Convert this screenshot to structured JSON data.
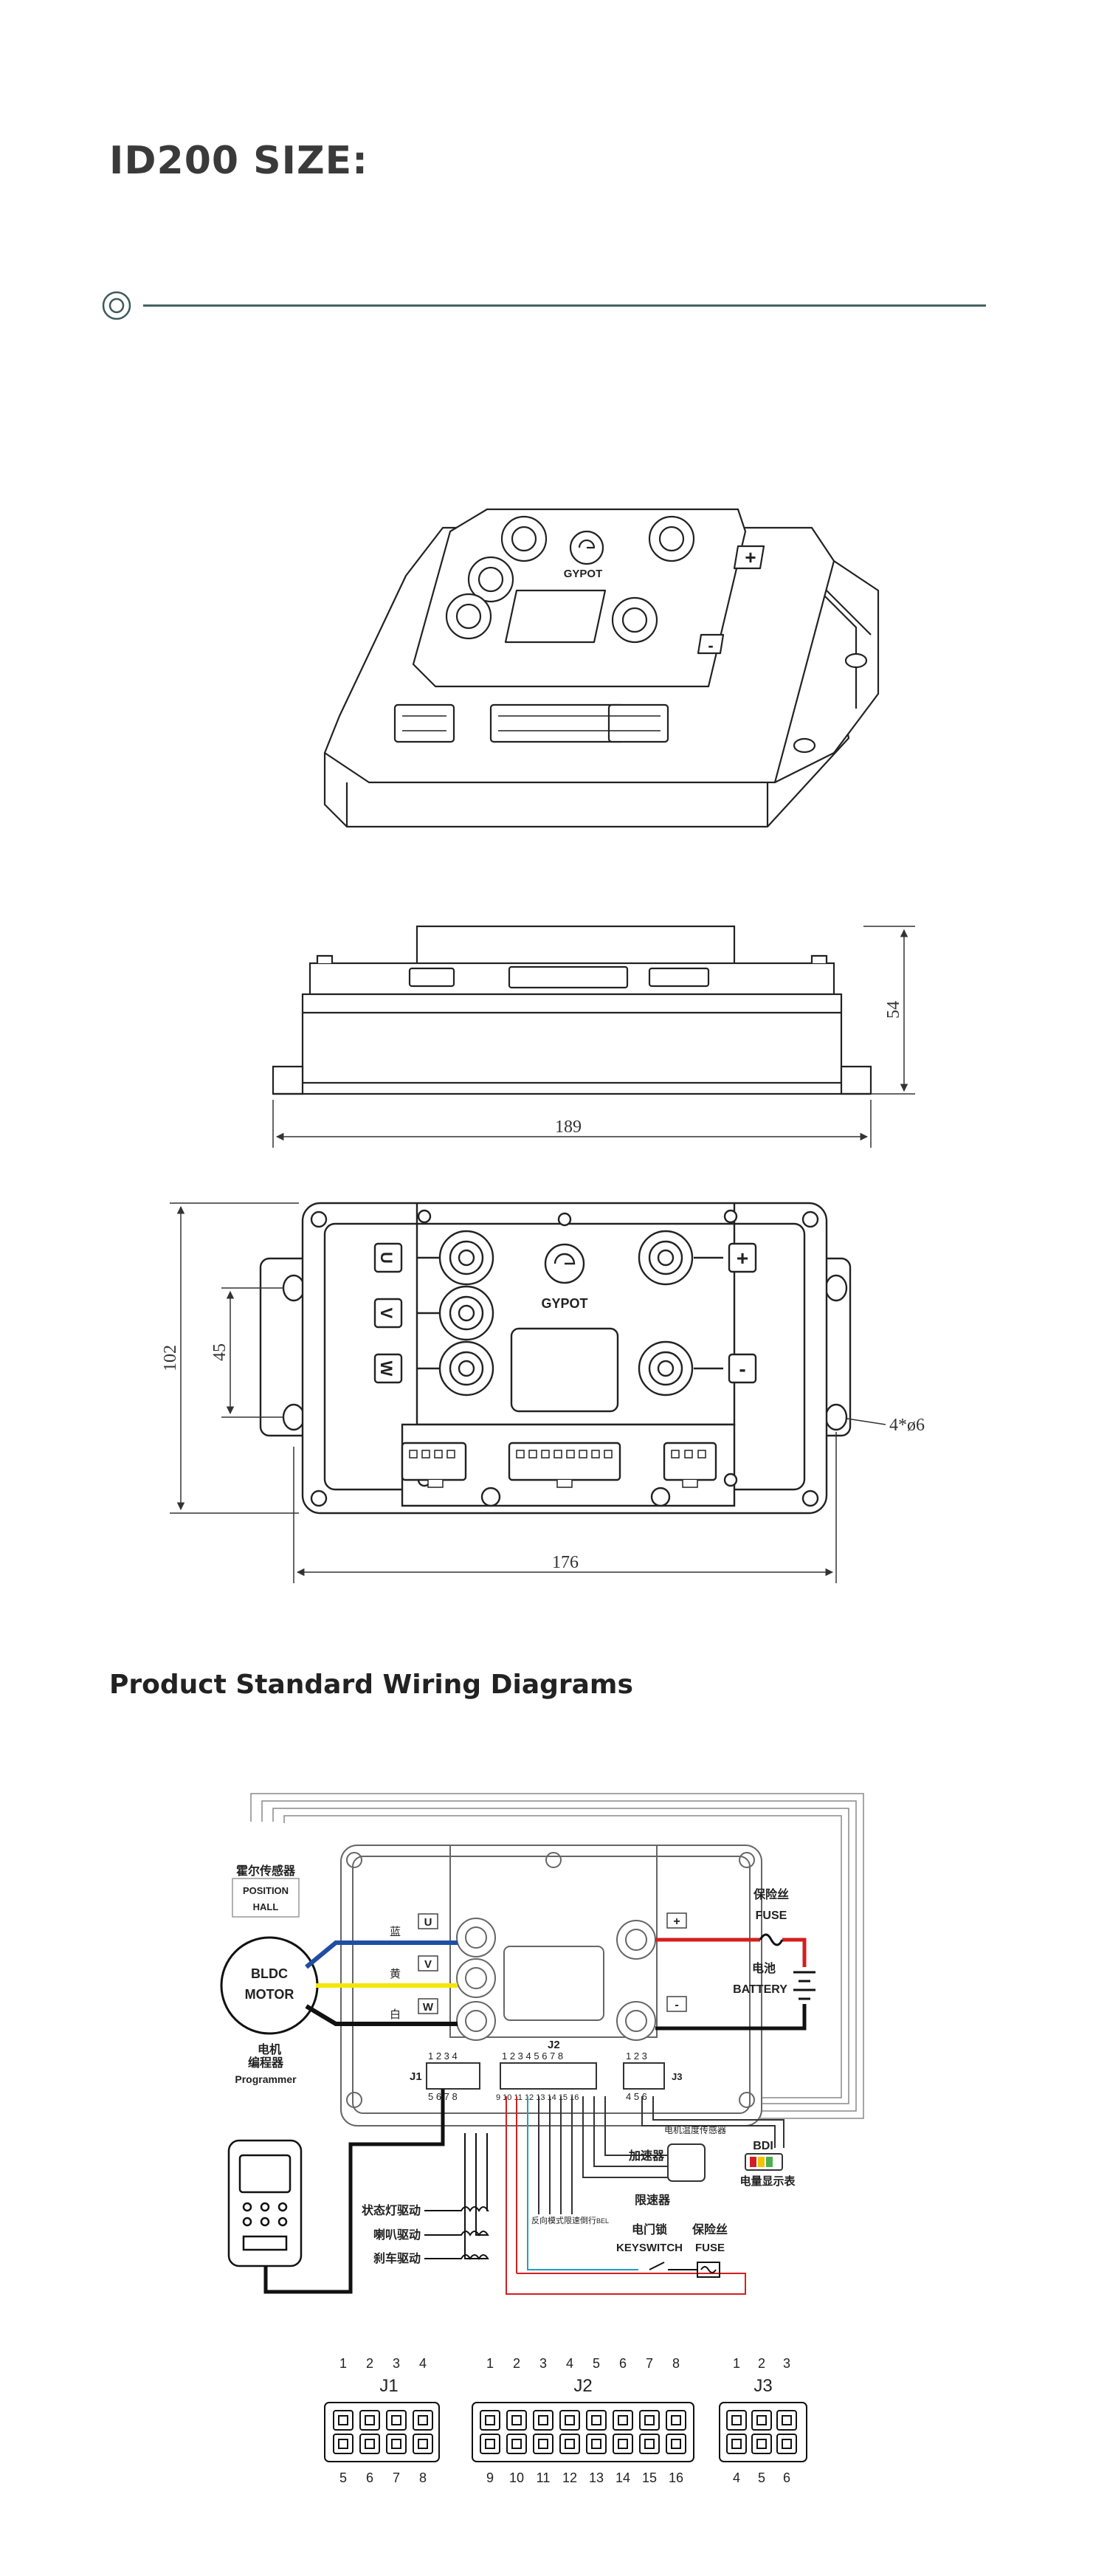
{
  "headings": {
    "size_title": "ID200 SIZE:",
    "wiring_title": "Product Standard Wiring Diagrams"
  },
  "brand": {
    "logo_text": "GYPOT"
  },
  "terminals": {
    "u": "U",
    "v": "V",
    "w": "W",
    "plus": "+",
    "minus": "-"
  },
  "dimensions": {
    "length": "189",
    "height": "54",
    "width": "176",
    "depth": "102",
    "hole_spacing": "45",
    "holes": "4*ø6"
  },
  "wiring": {
    "hall_cn": "霍尔传感器",
    "hall_en1": "POSITION",
    "hall_en2": "HALL",
    "motor1": "BLDC",
    "motor2": "MOTOR",
    "motor_cn": "电机",
    "blue_cn": "蓝",
    "yellow_cn": "黄",
    "white_cn": "白",
    "programmer_cn": "编程器",
    "programmer_en": "Programmer",
    "fuse_cn": "保险丝",
    "fuse_en": "FUSE",
    "battery_cn": "电池",
    "battery_en": "BATTERY",
    "j1": "J1",
    "j2": "J2",
    "j3": "J3",
    "motor_temp_cn": "电机温度传感器",
    "accel_cn": "加速器",
    "limit_cn": "限速器",
    "bdi": "BDI",
    "bdi_cn": "电量显示表",
    "status_lamp_cn": "状态灯驱动",
    "horn_cn": "喇叭驱动",
    "brake_cn": "刹车驱动",
    "keyswitch_cn": "电门锁",
    "keyswitch_en": "KEYSWITCH",
    "fuse2_cn": "保险丝",
    "fuse2_en": "FUSE",
    "sw1": "反向",
    "sw2": "模式",
    "sw3": "限速",
    "sw4": "倒行",
    "sw5": "BEL",
    "j1_top": "1 2 3 4",
    "j1_bottom": "5 6 7 8",
    "j2_top": "1 2 3 4 5 6 7 8",
    "j2_bottom": "9 10 11 12 13 14 15 16",
    "j3_top": "1 2 3",
    "j3_bottom": "4 5 6"
  },
  "connectors": {
    "j1": {
      "label": "J1",
      "top": [
        "1",
        "2",
        "3",
        "4"
      ],
      "bottom": [
        "5",
        "6",
        "7",
        "8"
      ]
    },
    "j2": {
      "label": "J2",
      "top": [
        "1",
        "2",
        "3",
        "4",
        "5",
        "6",
        "7",
        "8"
      ],
      "bottom": [
        "9",
        "10",
        "11",
        "12",
        "13",
        "14",
        "15",
        "16"
      ]
    },
    "j3": {
      "label": "J3",
      "top": [
        "1",
        "2",
        "3"
      ],
      "bottom": [
        "4",
        "5",
        "6"
      ]
    }
  },
  "colors": {
    "outline": "#222222",
    "blue_wire": "#1f4ea3",
    "yellow_wire": "#f4e600",
    "red_wire": "#d21f1f",
    "cyan_wire": "#2a9bc0",
    "divider": "#3d5a5a"
  }
}
